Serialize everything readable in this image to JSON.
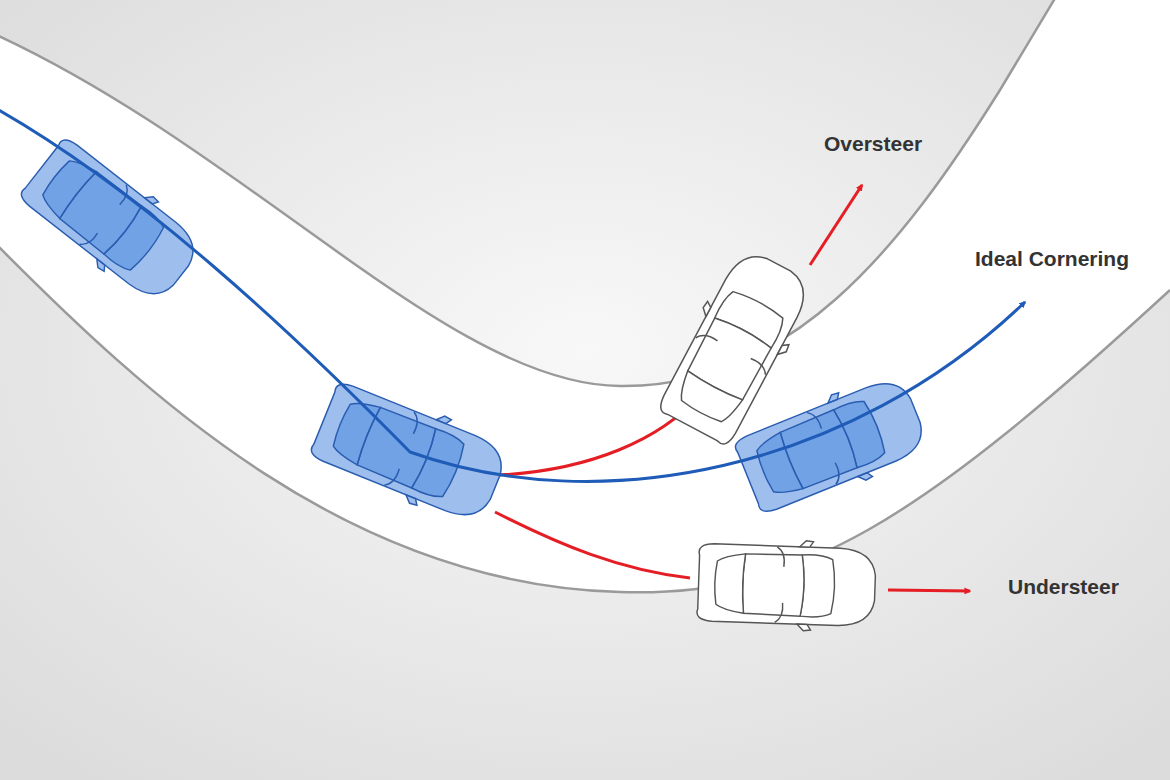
{
  "diagram": {
    "labels": [
      "Oversteer",
      "Ideal Cornering",
      "Understeer"
    ]
  }
}
